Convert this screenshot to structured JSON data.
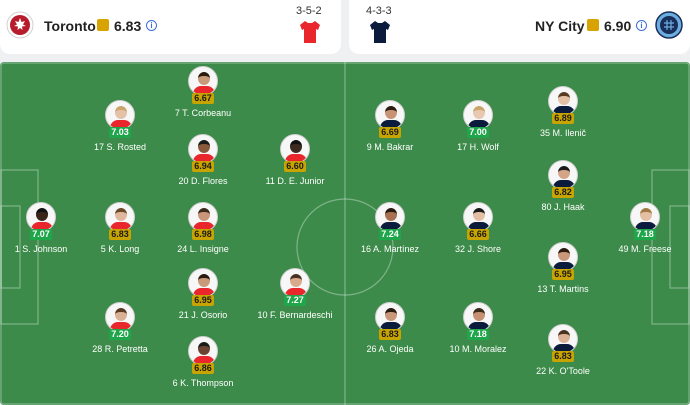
{
  "home": {
    "name": "Toronto",
    "rating": "6.83",
    "formation": "3-5-2",
    "shirt_color": "#e8262b",
    "crest_color": "#b71c2c",
    "players": [
      {
        "num": "7",
        "name": "T. Corbeanu",
        "rating": "6.67",
        "level": "gold",
        "skin": "#c89a7a"
      },
      {
        "num": "17",
        "name": "S. Rosted",
        "rating": "7.03",
        "level": "green",
        "skin": "#e4c2a8"
      },
      {
        "num": "20",
        "name": "D. Flores",
        "rating": "6.94",
        "level": "gold",
        "skin": "#8a5a3c"
      },
      {
        "num": "11",
        "name": "D. E. Junior",
        "rating": "6.60",
        "level": "gold",
        "skin": "#3d2a20"
      },
      {
        "num": "1",
        "name": "S. Johnson",
        "rating": "7.07",
        "level": "green",
        "skin": "#3a2518"
      },
      {
        "num": "5",
        "name": "K. Long",
        "rating": "6.83",
        "level": "gold",
        "skin": "#e0b79c"
      },
      {
        "num": "24",
        "name": "L. Insigne",
        "rating": "6.98",
        "level": "gold",
        "skin": "#c9967a"
      },
      {
        "num": "21",
        "name": "J. Osorio",
        "rating": "6.95",
        "level": "gold",
        "skin": "#c89a7a"
      },
      {
        "num": "10",
        "name": "F. Bernardeschi",
        "rating": "7.27",
        "level": "green",
        "skin": "#d8a98a"
      },
      {
        "num": "28",
        "name": "R. Petretta",
        "rating": "7.20",
        "level": "green",
        "skin": "#d9b194"
      },
      {
        "num": "6",
        "name": "K. Thompson",
        "rating": "6.86",
        "level": "gold",
        "skin": "#6a4432"
      }
    ]
  },
  "away": {
    "name": "NY City",
    "rating": "6.90",
    "formation": "4-3-3",
    "shirt_color": "#0b1b3b",
    "crest_color": "#6caee0",
    "players": [
      {
        "num": "9",
        "name": "M. Bakrar",
        "rating": "6.69",
        "level": "gold",
        "skin": "#c99476"
      },
      {
        "num": "17",
        "name": "H. Wolf",
        "rating": "7.00",
        "level": "green",
        "skin": "#e8c8b0"
      },
      {
        "num": "35",
        "name": "M. Ilenič",
        "rating": "6.89",
        "level": "gold",
        "skin": "#e3c1a6"
      },
      {
        "num": "80",
        "name": "J. Haak",
        "rating": "6.82",
        "level": "gold",
        "skin": "#d4a487"
      },
      {
        "num": "16",
        "name": "A. Martínez",
        "rating": "7.24",
        "level": "green",
        "skin": "#a87050"
      },
      {
        "num": "32",
        "name": "J. Shore",
        "rating": "6.66",
        "level": "gold",
        "skin": "#e2bea3"
      },
      {
        "num": "49",
        "name": "M. Freese",
        "rating": "7.18",
        "level": "green",
        "skin": "#e3c0a4"
      },
      {
        "num": "13",
        "name": "T. Martins",
        "rating": "6.95",
        "level": "gold",
        "skin": "#c9987a"
      },
      {
        "num": "26",
        "name": "A. Ojeda",
        "rating": "6.83",
        "level": "gold",
        "skin": "#c9967a"
      },
      {
        "num": "10",
        "name": "M. Moralez",
        "rating": "7.18",
        "level": "green",
        "skin": "#c89072"
      },
      {
        "num": "22",
        "name": "K. O'Toole",
        "rating": "6.83",
        "level": "gold",
        "skin": "#dcb296"
      }
    ]
  },
  "icons": {
    "info": "info-icon",
    "home_crest": "toronto-crest-icon",
    "away_crest": "nycfc-crest-icon",
    "shirt": "shirt-icon"
  },
  "colors": {
    "pitch": "#3d8b4a",
    "rating_gold": "#c8a400",
    "rating_green": "#1fa64a"
  }
}
